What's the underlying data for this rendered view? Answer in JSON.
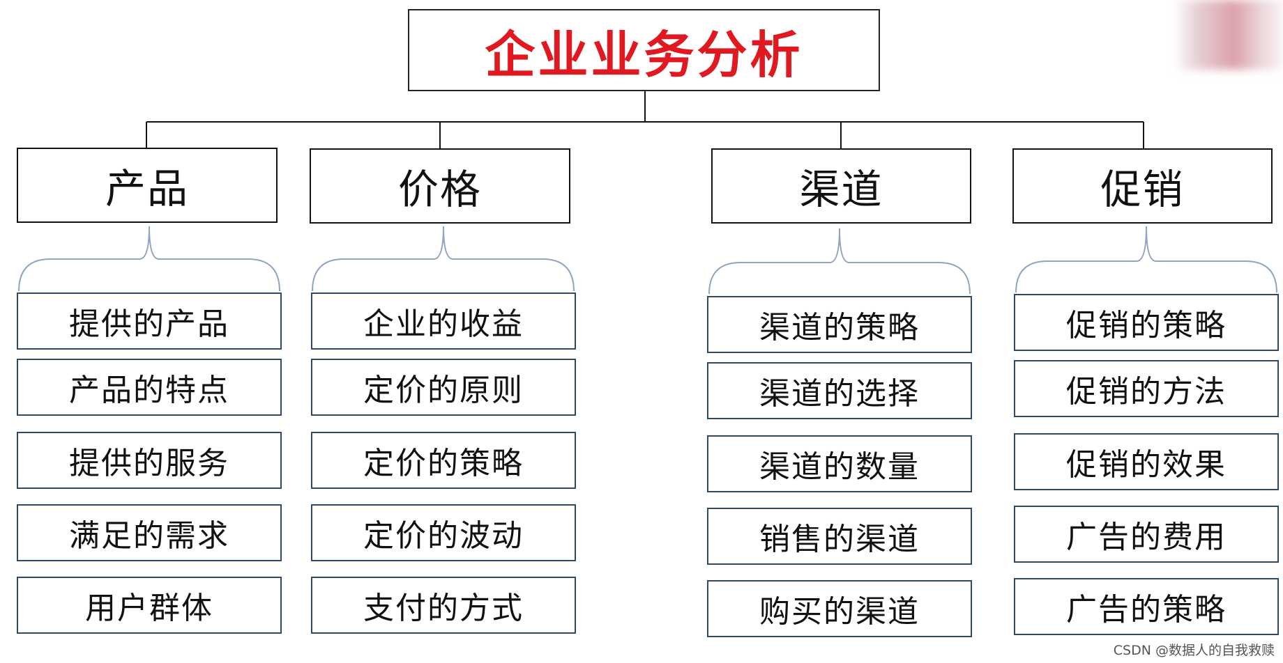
{
  "root": {
    "label": "企业业务分析"
  },
  "categories": [
    {
      "label": "产品",
      "items": [
        "提供的产品",
        "产品的特点",
        "提供的服务",
        "满足的需求",
        "用户群体"
      ]
    },
    {
      "label": "价格",
      "items": [
        "企业的收益",
        "定价的原则",
        "定价的策略",
        "定价的波动",
        "支付的方式"
      ]
    },
    {
      "label": "渠道",
      "items": [
        "渠道的策略",
        "渠道的选择",
        "渠道的数量",
        "销售的渠道",
        "购买的渠道"
      ]
    },
    {
      "label": "促销",
      "items": [
        "促销的策略",
        "促销的方法",
        "促销的效果",
        "广告的费用",
        "广告的策略"
      ]
    }
  ],
  "watermark": "CSDN @数据人的自我救赎",
  "colors": {
    "title": "#e0181f",
    "item_border": "#2e4a66",
    "brace": "#8fa5c0"
  }
}
